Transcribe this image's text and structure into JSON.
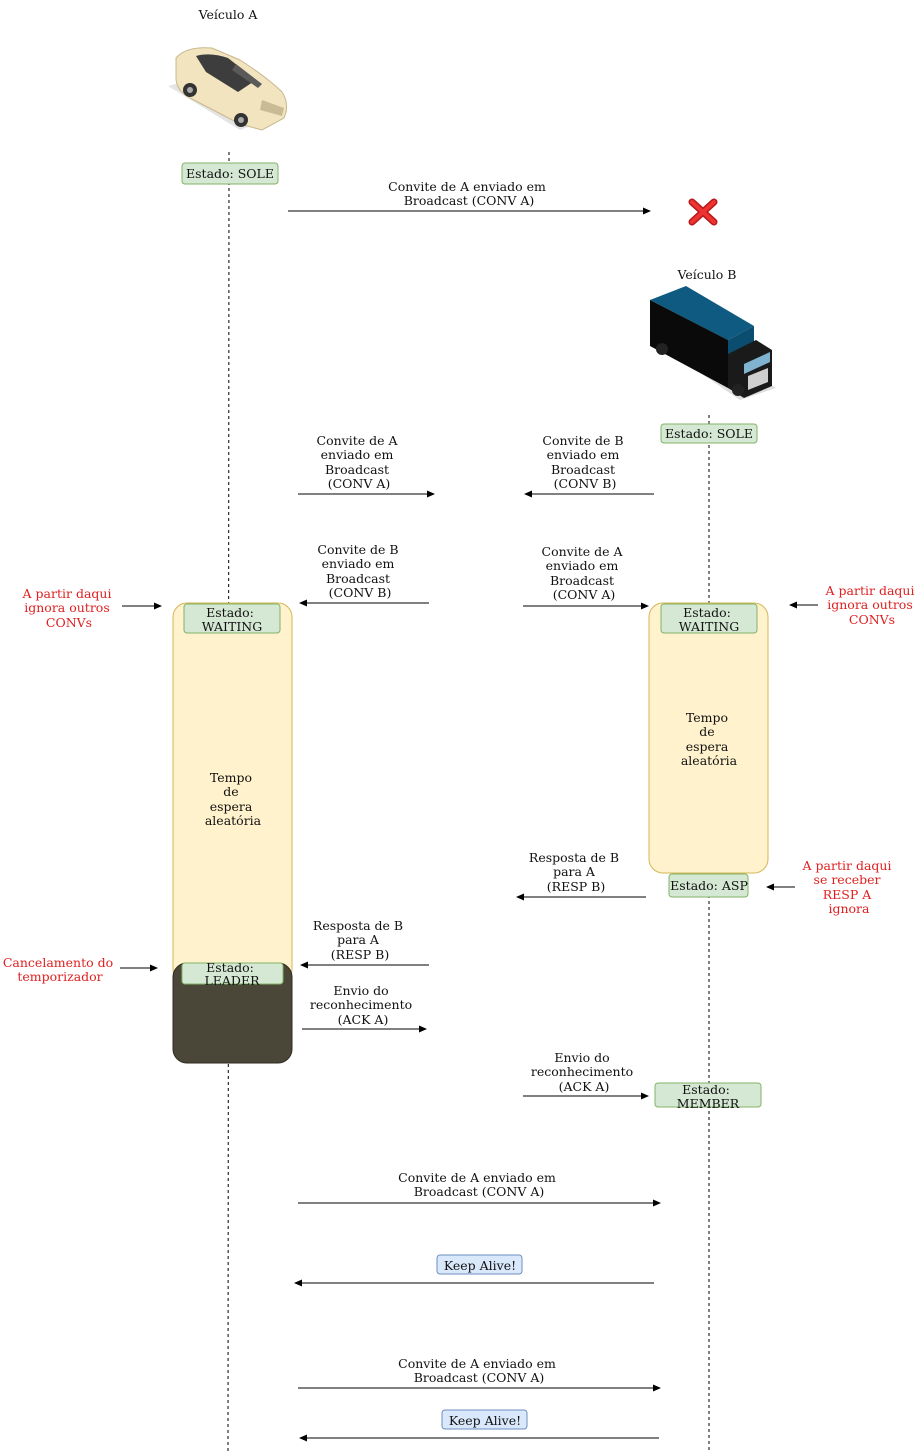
{
  "vehicles": {
    "a": {
      "title": "Veículo A"
    },
    "b": {
      "title": "Veículo B"
    }
  },
  "states": {
    "a_sole": "Estado: SOLE",
    "b_sole": "Estado: SOLE",
    "a_waiting": [
      "Estado:",
      "WAITING"
    ],
    "b_waiting": [
      "Estado:",
      "WAITING"
    ],
    "b_asp": "Estado: ASP",
    "a_leader": [
      "Estado:",
      "LEADER"
    ],
    "b_member": [
      "Estado:",
      "MEMBER"
    ]
  },
  "timers": {
    "a": [
      "Tempo",
      "de",
      "espera",
      "aleatória"
    ],
    "b": [
      "Tempo",
      "de",
      "espera",
      "aleatória"
    ]
  },
  "messages": {
    "m1": [
      "Convite de A enviado em",
      "Broadcast (CONV A)"
    ],
    "m2": [
      "Convite de A",
      "enviado em",
      "Broadcast",
      "(CONV A)"
    ],
    "m3": [
      "Convite de B",
      "enviado em",
      "Broadcast",
      "(CONV B)"
    ],
    "m4": [
      "Convite de B",
      "enviado em",
      "Broadcast",
      "(CONV B)"
    ],
    "m5": [
      "Convite de A",
      "enviado em",
      "Broadcast",
      "(CONV A)"
    ],
    "m6": [
      "Resposta de B",
      "para A",
      "(RESP B)"
    ],
    "m7": [
      "Resposta de B",
      "para A",
      "(RESP B)"
    ],
    "m8": [
      "Envio do",
      "reconhecimento",
      "(ACK A)"
    ],
    "m9": [
      "Envio do",
      "reconhecimento",
      "(ACK A)"
    ],
    "m10": [
      "Convite de A enviado em",
      "Broadcast (CONV A)"
    ],
    "m11": "Keep Alive!",
    "m12": [
      "Convite de A enviado em",
      "Broadcast (CONV A)"
    ],
    "m13": "Keep Alive!"
  },
  "notes": {
    "a_ignore": [
      "A partir daqui",
      "ignora outros",
      "CONVs"
    ],
    "b_ignore": [
      "A partir daqui",
      "ignora outros",
      "CONVs"
    ],
    "b_resp_ignore": [
      "A partir daqui",
      "se receber",
      "RESP A",
      "ignora"
    ],
    "a_cancel": [
      "Cancelamento do",
      "temporizador"
    ]
  },
  "colors": {
    "state_fill": "#d5e8d4",
    "state_stroke": "#82b366",
    "timer_fill": "#fff2cc",
    "timer_stroke": "#d6b656",
    "leader_fill": "#4a4638",
    "keepalive_fill": "#dae8fc",
    "keepalive_stroke": "#6c8ebf",
    "note": "#e02020",
    "car_body": "#f2e4bf",
    "truck_box": "#0b4d6e"
  }
}
